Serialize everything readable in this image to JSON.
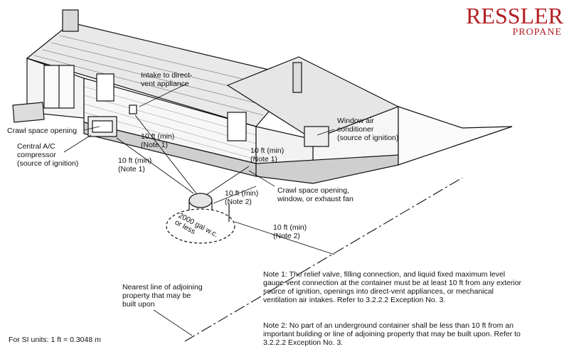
{
  "logo": {
    "line1": "RESSLER",
    "line2": "PROPANE"
  },
  "labels": {
    "intake_line1": "Intake to direct-",
    "intake_line2": "vent appliance",
    "crawl_space": "Crawl space opening",
    "ac_line1": "Central A/C",
    "ac_line2": "compressor",
    "ac_line3": "(source of ignition)",
    "dist_a_line1": "10 ft (min)",
    "dist_a_line2": "(Note 1)",
    "dist_b_line1": "10 ft (min)",
    "dist_b_line2": "(Note 1)",
    "dist_c_line1": "10 ft (min)",
    "dist_c_line2": "(Note 1)",
    "dist_d_line1": "10 ft (min)",
    "dist_d_line2": "(Note 2)",
    "dist_e_line1": "10 ft (min)",
    "dist_e_line2": "(Note 2)",
    "window_ac_line1": "Window air",
    "window_ac_line2": "conditioner",
    "window_ac_line3": "(source of ignition)",
    "crawl_window_line1": "Crawl space opening,",
    "crawl_window_line2": "window, or exhaust fan",
    "tank_line1": "2000 gal w.c.",
    "tank_line2": "or less",
    "property_line1": "Nearest line of adjoining",
    "property_line2": "property that may be",
    "property_line3": "built upon",
    "si_units": "For SI units: 1 ft = 0.3048 m"
  },
  "notes": {
    "note1_line1": "Note 1: The relief valve, filling connection, and liquid fixed maximum level",
    "note1_line2": "gauge vent connection at the container must be at least 10 ft from any exterior",
    "note1_line3": "source of ignition, openings into direct-vent appliances, or mechanical",
    "note1_line4": "ventilation air intakes. Refer to 3.2.2.2 Exception No. 3.",
    "note2_line1": "Note 2: No part of an underground container shall be less than 10 ft from an",
    "note2_line2": "important building or line of adjoining property that may be built upon. Refer to",
    "note2_line3": "3.2.2.2 Exception No. 3."
  },
  "colors": {
    "brand": "#b21e23",
    "ink": "#111111"
  }
}
